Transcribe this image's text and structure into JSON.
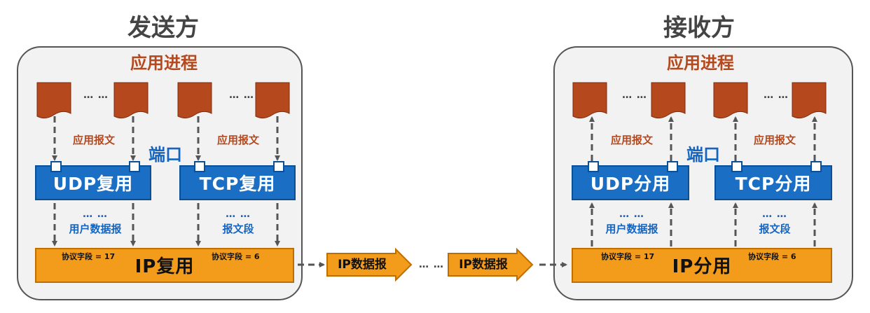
{
  "sender": {
    "title": "发送方",
    "process_title": "应用进程",
    "udp_message_label": "应用报文",
    "tcp_message_label": "应用报文",
    "port_label": "端口",
    "udp_box": "UDP复用",
    "tcp_box": "TCP复用",
    "udp_datagram_label": "用户数据报",
    "tcp_segment_label": "报文段",
    "proc_dots": "… …",
    "mid_dots": "… …",
    "ip_box": "IP复用",
    "protocol_udp": "协议字段 = 17",
    "protocol_tcp": "协议字段 = 6"
  },
  "receiver": {
    "title": "接收方",
    "process_title": "应用进程",
    "udp_message_label": "应用报文",
    "tcp_message_label": "应用报文",
    "port_label": "端口",
    "udp_box": "UDP分用",
    "tcp_box": "TCP分用",
    "udp_datagram_label": "用户数据报",
    "tcp_segment_label": "报文段",
    "proc_dots": "… …",
    "mid_dots": "… …",
    "ip_box": "IP分用",
    "protocol_udp": "协议字段 = 17",
    "protocol_tcp": "协议字段 = 6"
  },
  "network": {
    "datagram_label_1": "IP数据报",
    "datagram_label_2": "IP数据报",
    "dots": "… …"
  },
  "colors": {
    "process_doc": "#b5481d",
    "mux_box": "#1a6fc4",
    "ip_box": "#f39c1b",
    "arrow": "#555555"
  }
}
